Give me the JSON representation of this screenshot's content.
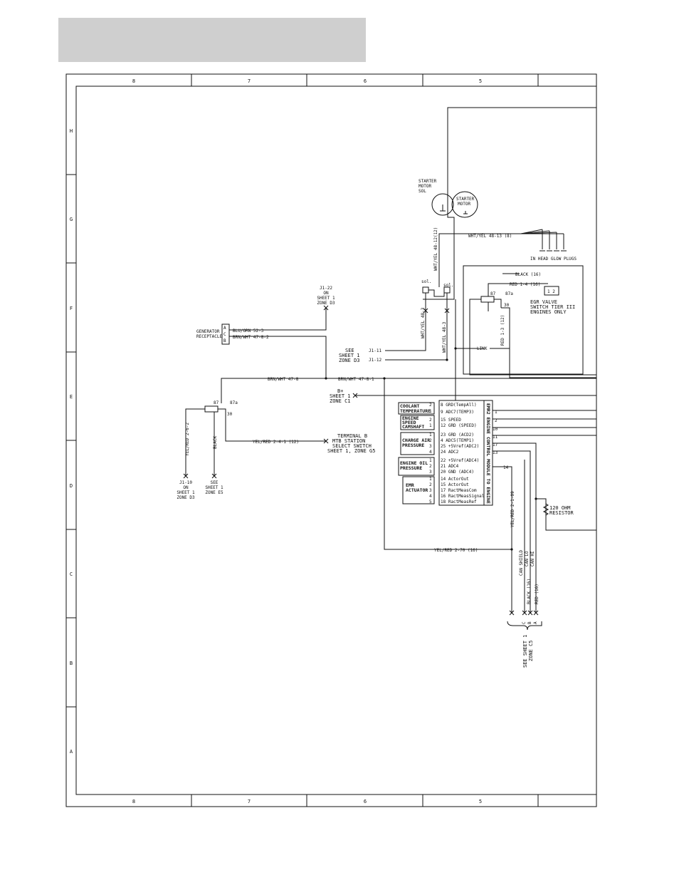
{
  "frame": {
    "columns": [
      "8",
      "7",
      "6",
      "5"
    ],
    "rows": [
      "H",
      "G",
      "F",
      "E",
      "D",
      "C",
      "B",
      "A"
    ]
  },
  "starter": {
    "sol_label": [
      "STARTER",
      "MOTOR",
      "SOL"
    ],
    "motor_label": [
      "STARTER",
      "MOTOR"
    ]
  },
  "glow": {
    "wire": "WHT/YEL 48-13 (8)",
    "label": "IN HEAD GLOW PLUGS",
    "wire_vertical": "WHT/YEL 48-12(12)"
  },
  "sol_labels": [
    "sol.",
    "sol."
  ],
  "egr": {
    "black": "BLACK (16)",
    "red": "RED 1-4 (16)",
    "pins": "1  2",
    "label": [
      "EGR VALVE",
      "SWITCH TIER III",
      "ENGINES ONLY"
    ],
    "red13": "RED 1-3 (12)",
    "link": "LINK",
    "relay_87": "87",
    "relay_87a": "87a",
    "relay_30": "30"
  },
  "j1_22": [
    "J1-22",
    "ON",
    "SHEET 1",
    "ZONE D3"
  ],
  "generator": {
    "label": [
      "GENERATOR",
      "RECEPTACLE"
    ],
    "pins": [
      "A",
      "C",
      "B"
    ],
    "wire1": "BLU/ORN 52-3",
    "wire2": "BRN/WHT 47-8-2"
  },
  "see_sheet": {
    "label": [
      "SEE",
      "SHEET 1",
      "ZONE D3"
    ],
    "j1_11": "J1-11",
    "j1_12": "J1-12",
    "wht_yel_48_3a": "WHT/YEL 48-3",
    "wht_yel_48_3b": "WHT/YEL 48-3"
  },
  "brn_wht": {
    "left": "BRN/WHT 47-8",
    "right": "BRN/WHT 47-8-1"
  },
  "bplus": [
    "B+",
    "SHEET 1",
    "ZONE C1"
  ],
  "relay2": {
    "r87": "87",
    "r87a": "87a",
    "r30": "30",
    "yel_red": "YEL/RED 2-6-2",
    "black": "BLACK",
    "yel_red_241": "YEL/RED 2-4-1 (12)"
  },
  "terminal_b": [
    "TERMINAL B",
    "MTB STATION",
    "SELECT SWITCH",
    "SHEET 1, ZONE G5"
  ],
  "j1_10": [
    "J1-10",
    "ON",
    "SHEET 1",
    "ZONE D3"
  ],
  "see_sheet_e5": [
    "SEE",
    "SHEET 1",
    "ZONE E5"
  ],
  "ecm": {
    "title": "EMR2 ENGINE CONTROL MODULE TO ENGINE",
    "inputs": [
      "8 GRD(TempAll)",
      "9 ADC7(TEMP3)",
      "15 SPEED",
      "12 GRD (SPEED)",
      "23 GRD (ACD2)",
      "4 ADC5(TEMP1)",
      "25 +5Vref(ADC2)",
      "24 ADC2",
      "22 +5Vref(ADC4)",
      "21 ADC4",
      "20 GND (ADC4)",
      "14 ActorOut",
      "15 ActorOut",
      "17 RactMeasCom",
      "16 RactMeasSignal",
      "18 RactMeasRef"
    ],
    "outputs": [
      "1",
      "2",
      "10",
      "11",
      "17",
      "13",
      "14"
    ]
  },
  "sensors": [
    {
      "name": [
        "COOLANT",
        "TEMPERATURE"
      ],
      "pins": [
        "2",
        "1"
      ]
    },
    {
      "name": [
        "ENGINE",
        "SPEED",
        "CAMSHAFT"
      ],
      "pins": [
        "2",
        "1"
      ]
    },
    {
      "name": [
        "CHARGE AIR",
        "PRESSURE"
      ],
      "pins": [
        "1",
        "2",
        "3",
        "4"
      ]
    },
    {
      "name": [
        "ENGINE OIL",
        "PRESSURE"
      ],
      "pins": [
        "1",
        "2",
        "3"
      ]
    },
    {
      "name": [
        "EMR",
        "ACTUATOR"
      ],
      "pins": [
        "1",
        "2",
        "3",
        "4",
        "5"
      ]
    }
  ],
  "can": {
    "resistor": [
      "120 OHM",
      "RESISTOR"
    ],
    "yel_red_2109": "YEL/RED 2-1-09",
    "shield": "CAN SHIELD",
    "lo": "CAN LO",
    "hi": "CAN HI",
    "black": "BLACK (16)",
    "red": "RED (16)",
    "pins": [
      "C",
      "B",
      "A"
    ],
    "see": [
      "SEE SHEET 1",
      "ZONE C5"
    ]
  },
  "yel_red_270": "YEL/RED 2-70 (16)"
}
